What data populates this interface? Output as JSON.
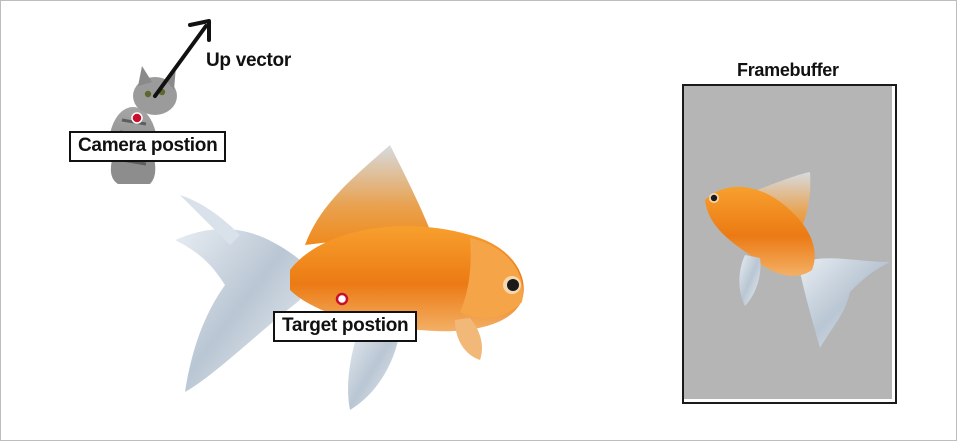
{
  "labels": {
    "up_vector": "Up vector",
    "camera_position": "Camera postion",
    "target_position": "Target postion",
    "framebuffer": "Framebuffer"
  },
  "colors": {
    "marker_red": "#c8102e",
    "fish_orange": "#f08a1c",
    "framebuffer_bg": "#b5b5b5"
  },
  "icons": {
    "camera": "cat-icon",
    "target": "goldfish-icon",
    "rendered": "goldfish-render-icon"
  }
}
